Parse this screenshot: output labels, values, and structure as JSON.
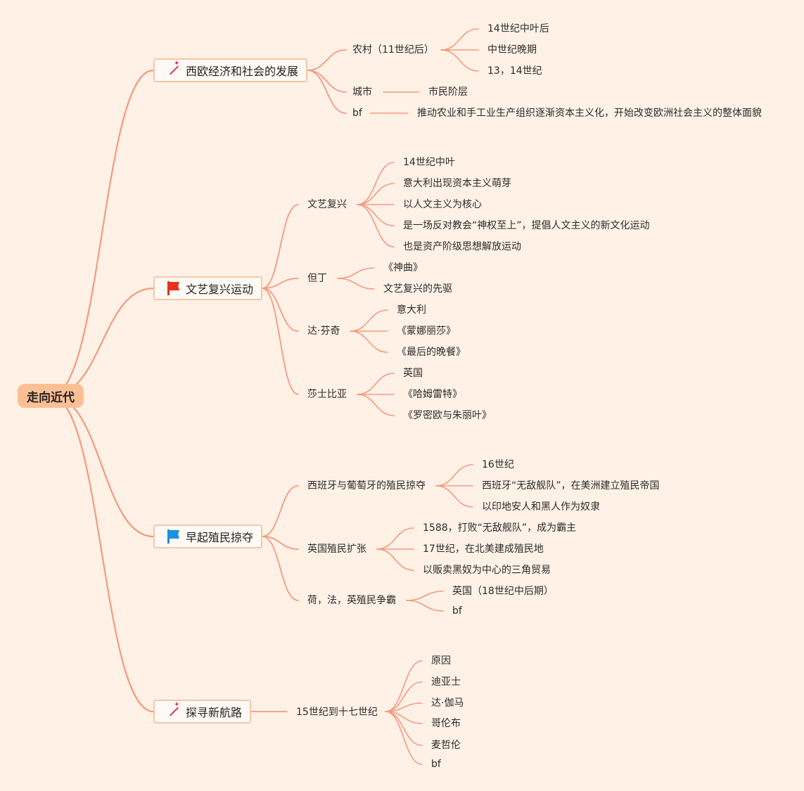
{
  "line_color": "#f59a7c",
  "root": {
    "label": "走向近代"
  },
  "topics": [
    {
      "label": "西欧经济和社会的发展",
      "icon": "magic-wand-icon",
      "children": [
        {
          "label": "农村（11世纪后）",
          "children": [
            "14世纪中叶后",
            "中世纪晚期",
            "13，14世纪"
          ]
        },
        {
          "label": "城市",
          "children": [
            "市民阶层"
          ]
        },
        {
          "label": "bf",
          "children": [
            "推动农业和手工业生产组织逐渐资本主义化，开始改变欧洲社会主义的整体面貌"
          ]
        }
      ]
    },
    {
      "label": "文艺复兴运动",
      "icon": "red-flag-icon",
      "icon_color": "#e8311a",
      "children": [
        {
          "label": "文艺复兴",
          "children": [
            "14世纪中叶",
            "意大利出现资本主义萌芽",
            "以人文主义为核心",
            "是一场反对教会“神权至上”，提倡人文主义的新文化运动",
            "也是资产阶级思想解放运动"
          ]
        },
        {
          "label": "但丁",
          "children": [
            "《神曲》",
            "文艺复兴的先驱"
          ]
        },
        {
          "label": "达·芬奇",
          "children": [
            "意大利",
            "《蒙娜丽莎》",
            "《最后的晚餐》"
          ]
        },
        {
          "label": "莎士比亚",
          "children": [
            "英国",
            "《哈姆雷特》",
            "《罗密欧与朱丽叶》"
          ]
        }
      ]
    },
    {
      "label": "早起殖民掠夺",
      "icon": "blue-flag-icon",
      "icon_color": "#1e90e0",
      "children": [
        {
          "label": "西班牙与葡萄牙的殖民掠夺",
          "children": [
            "16世纪",
            "西班牙“无敌舰队”，在美洲建立殖民帝国",
            "以印地安人和黑人作为奴隶"
          ]
        },
        {
          "label": "英国殖民扩张",
          "children": [
            "1588，打败“无敌舰队”，成为霸主",
            "17世纪，在北美建成殖民地",
            "以贩卖黑奴为中心的三角贸易"
          ]
        },
        {
          "label": "荷，法，英殖民争霸",
          "children": [
            "英国（18世纪中后期）",
            "bf"
          ]
        }
      ]
    },
    {
      "label": "探寻新航路",
      "icon": "magic-wand-icon",
      "children": [
        {
          "label": "15世纪到十七世纪",
          "children": [
            "原因",
            "迪亚士",
            "达·伽马",
            "哥伦布",
            "麦哲伦",
            "bf"
          ]
        }
      ]
    }
  ]
}
